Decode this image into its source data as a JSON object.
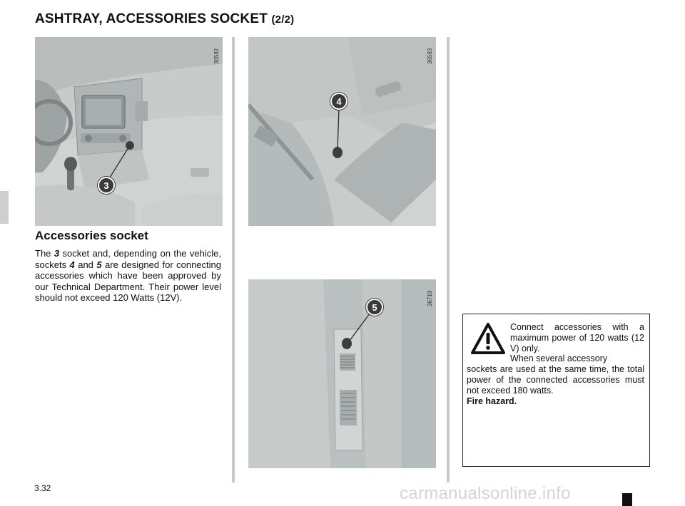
{
  "header": {
    "title": "ASHTRAY, ACCESSORIES SOCKET",
    "title_suffix": "(2/2)"
  },
  "figures": [
    {
      "ref": "36582",
      "callout": "3"
    },
    {
      "ref": "36583",
      "callout": "4"
    },
    {
      "ref": "36719",
      "callout": "5"
    }
  ],
  "section": {
    "heading": "Accessories socket",
    "paragraph": {
      "t1": "The ",
      "n1": "3",
      "t2": " socket and, depending on the vehicle, sockets ",
      "n2": "4",
      "t3": " and ",
      "n3": "5",
      "t4": " are designed for connecting accessories which have been approved by our Technical Department. Their power level should not exceed 120 Watts (12V)."
    }
  },
  "warning": {
    "icon": "warning-triangle-icon",
    "line1": "Connect accessories with a maximum power of 120 watts (12 V) only.",
    "line2a": "When several accessory",
    "line2b": "sockets are used at the same time, the total power of the connected accessories must not exceed 180 watts.",
    "emphasis": "Fire hazard."
  },
  "footer": {
    "page_number": "3.32",
    "watermark": "carmanualsonline.info"
  }
}
